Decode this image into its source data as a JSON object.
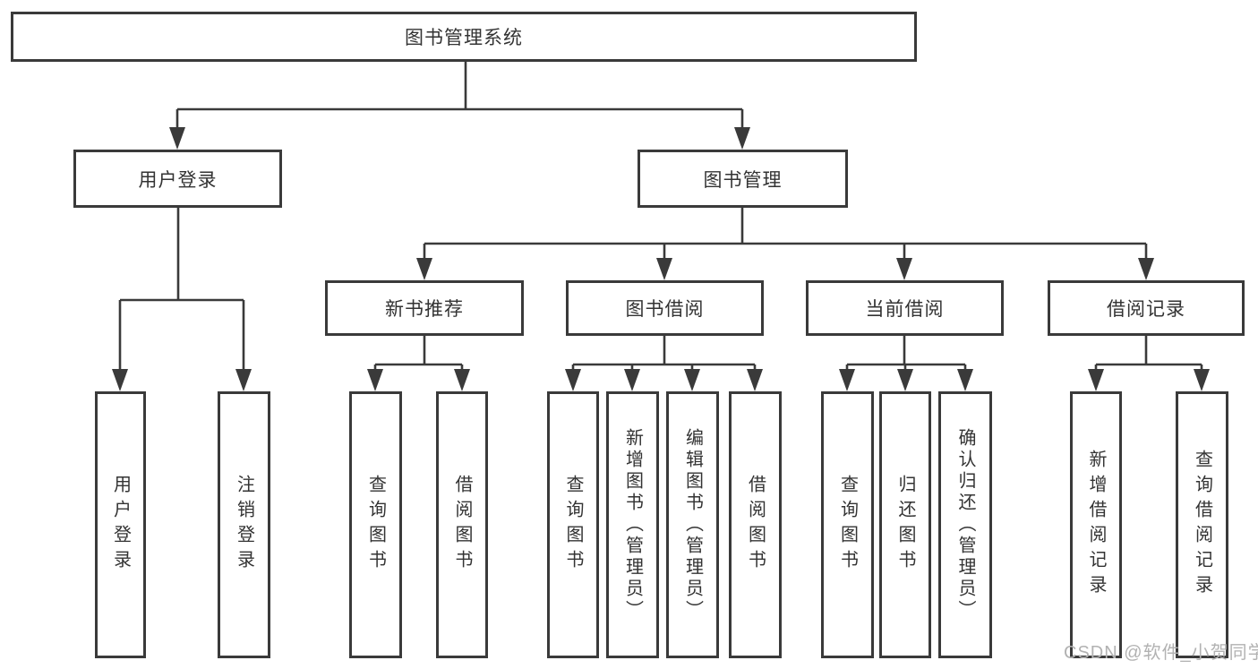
{
  "colors": {
    "line": "#3a3a3a",
    "text": "#333333",
    "background": "#ffffff",
    "watermark": "#b2b2b2"
  },
  "diagram": {
    "root": "图书管理系统",
    "level2": [
      "用户登录",
      "图书管理"
    ],
    "level3": [
      "新书推荐",
      "图书借阅",
      "当前借阅",
      "借阅记录"
    ],
    "leaves": {
      "user_login": [
        "用户登录",
        "注销登录"
      ],
      "new_books": [
        "查询图书",
        "借阅图书"
      ],
      "borrowing": [
        "查询图书",
        "新增图书（管理员）",
        "编辑图书（管理员）",
        "借阅图书"
      ],
      "current": [
        "查询图书",
        "归还图书",
        "确认归还（管理员）"
      ],
      "records": [
        "新增借阅记录",
        "查询借阅记录"
      ]
    }
  },
  "watermark": "CSDN @软件_小贺同学"
}
